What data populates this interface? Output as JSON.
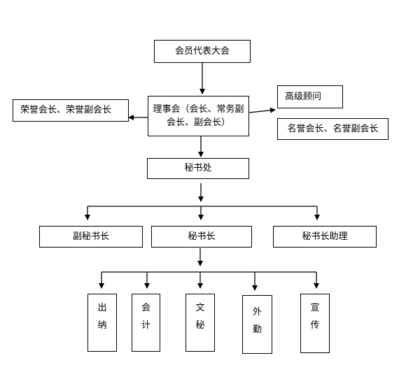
{
  "nodes": {
    "general_assembly": "会员代表大会",
    "council_line1": "理事会（会长、常务副",
    "council_line2": "会长、副会长）",
    "honorary_left": "荣誉会长、荣誉副会长",
    "senior_advisor": "高级顾问",
    "honorary_right": "名誉会长、名誉副会长",
    "secretariat": "秘书处",
    "deputy_secretary_general": "副秘书长",
    "secretary_general": "秘书长",
    "assistant_secretary_general": "秘书长助理",
    "cashier": [
      "出",
      "纳"
    ],
    "accounting": [
      "会",
      "计"
    ],
    "clerk": [
      "文",
      "秘"
    ],
    "field_work": [
      "外",
      "勤"
    ],
    "publicity": [
      "宣",
      "传"
    ]
  }
}
